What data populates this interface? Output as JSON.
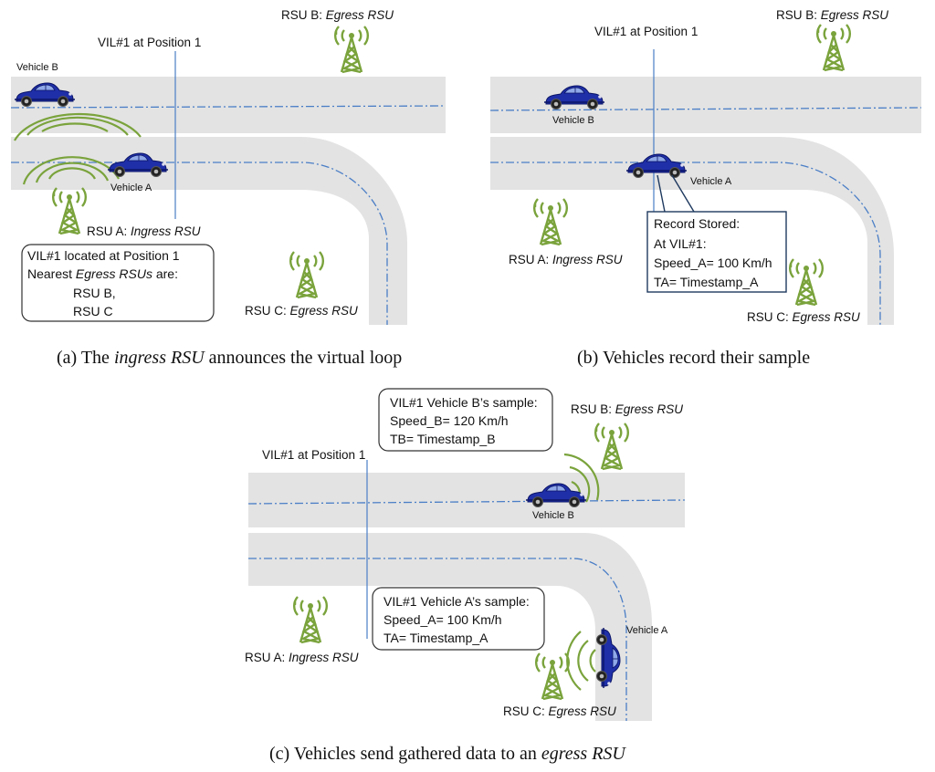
{
  "panel_a": {
    "vil_label": "VIL#1 at Position 1",
    "rsu_b_prefix": "RSU B: ",
    "rsu_b_role": "Egress RSU",
    "rsu_a_prefix": "RSU A: ",
    "rsu_a_role": "Ingress RSU",
    "rsu_c_prefix": "RSU C: ",
    "rsu_c_role": "Egress RSU",
    "vehicle_b": "Vehicle B",
    "vehicle_a": "Vehicle A",
    "box_line1": "VIL#1 located at Position 1",
    "box_line2_prefix": "Nearest ",
    "box_line2_em": "Egress RSUs",
    "box_line2_suffix": " are:",
    "box_line3": "RSU B,",
    "box_line4": "RSU C",
    "caption_prefix": "(a)  The ",
    "caption_em": "ingress RSU",
    "caption_suffix": " announces the virtual loop"
  },
  "panel_b": {
    "vil_label": "VIL#1 at Position 1",
    "rsu_b_prefix": "RSU B: ",
    "rsu_b_role": "Egress RSU",
    "rsu_a_prefix": "RSU A: ",
    "rsu_a_role": "Ingress RSU",
    "rsu_c_prefix": "RSU C: ",
    "rsu_c_role": "Egress RSU",
    "vehicle_b": "Vehicle B",
    "vehicle_a": "Vehicle A",
    "box_line1": "Record Stored:",
    "box_line2": "At VIL#1:",
    "box_line3": "Speed_A= 100 Km/h",
    "box_line4": "TA= Timestamp_A",
    "caption": "(b)  Vehicles record their sample"
  },
  "panel_c": {
    "vil_label": "VIL#1 at Position 1",
    "rsu_b_prefix": "RSU B: ",
    "rsu_b_role": "Egress RSU",
    "rsu_a_prefix": "RSU A: ",
    "rsu_a_role": "Ingress RSU",
    "rsu_c_prefix": "RSU C: ",
    "rsu_c_role": "Egress RSU",
    "vehicle_b": "Vehicle B",
    "vehicle_a": "Vehicle A",
    "box_b_line1": "VIL#1 Vehicle B’s sample:",
    "box_b_line2": "Speed_B= 120 Km/h",
    "box_b_line3": "TB= Timestamp_B",
    "box_a_line1": "VIL#1 Vehicle A’s sample:",
    "box_a_line2": "Speed_A= 100 Km/h",
    "box_a_line3": "TA= Timestamp_A",
    "caption_prefix": "(c)  Vehicles send gathered data to an ",
    "caption_em": "egress RSU"
  },
  "colors": {
    "road": "#e3e3e3",
    "lane_line": "#4a7ec6",
    "signal": "#7aa33c",
    "car_body": "#1f2fa8"
  }
}
